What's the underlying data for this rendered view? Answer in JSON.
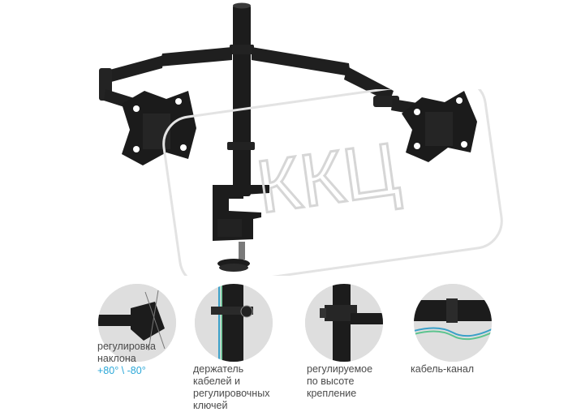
{
  "watermark": {
    "text": "ККЦ"
  },
  "colors": {
    "accent": "#2aa7d8",
    "caption": "#4a4a4a",
    "metal": "#1c1c1c"
  },
  "features": [
    {
      "icon": "tilt-adjust-icon",
      "lines": [
        "регулировка",
        "наклона"
      ],
      "accent": "+80° \\ -80°"
    },
    {
      "icon": "cable-holder-icon",
      "lines": [
        "держатель",
        "кабелей и",
        "регулировочных",
        "ключей"
      ]
    },
    {
      "icon": "height-adjust-icon",
      "lines": [
        "регулируемое",
        "по высоте",
        "крепление"
      ]
    },
    {
      "icon": "cable-channel-icon",
      "lines": [
        "кабель-канал"
      ]
    }
  ]
}
